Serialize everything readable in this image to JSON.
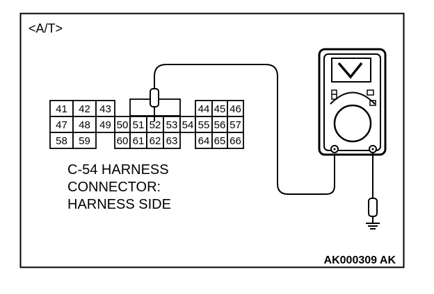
{
  "diagram": {
    "section_label": "<A/T>",
    "connector_caption": [
      "C-54 HARNESS",
      "CONNECTOR:",
      "HARNESS SIDE"
    ],
    "figure_id": "AK000309 AK",
    "connector_pins": {
      "row1": [
        "41",
        "42",
        "43",
        "",
        "",
        "",
        "",
        "",
        "",
        "44",
        "45",
        "46"
      ],
      "row2": [
        "47",
        "48",
        "49",
        "50",
        "51",
        "52",
        "53",
        "54",
        "55",
        "56",
        "57"
      ],
      "row3": [
        "58",
        "59",
        "",
        "60",
        "61",
        "62",
        "63",
        "",
        "64",
        "65",
        "66"
      ]
    },
    "meter_icon": "multimeter-icon",
    "probe_icon": "test-probe-icon",
    "ground_icon": "ground-icon"
  }
}
